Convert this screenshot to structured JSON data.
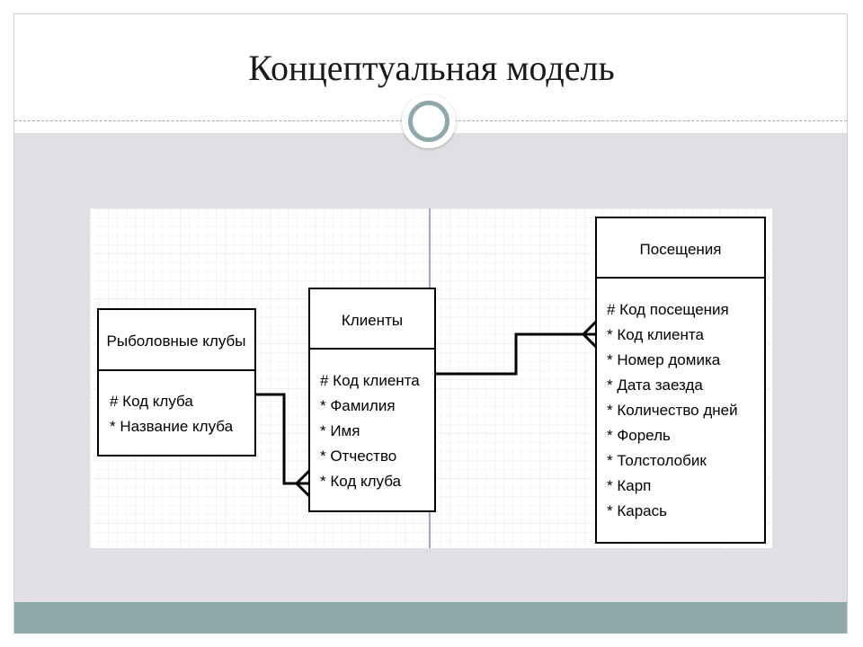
{
  "slide": {
    "title": "Концептуальная модель"
  },
  "diagram": {
    "entities": [
      {
        "name": "Рыболовные клубы",
        "attributes": [
          "# Код клуба",
          "* Название клуба"
        ]
      },
      {
        "name": "Клиенты",
        "attributes": [
          "# Код клиента",
          "* Фамилия",
          "* Имя",
          "* Отчество",
          "* Код клуба"
        ]
      },
      {
        "name": "Посещения",
        "attributes": [
          "# Код посещения",
          "* Код клиента",
          "* Номер домика",
          "* Дата заезда",
          "* Количество дней",
          "* Форель",
          "* Толстолобик",
          "* Карп",
          "* Карась"
        ]
      }
    ],
    "relationships": [
      {
        "from": "Рыболовные клубы",
        "to": "Клиенты",
        "type": "one-to-many"
      },
      {
        "from": "Клиенты",
        "to": "Посещения",
        "type": "one-to-many"
      }
    ]
  }
}
